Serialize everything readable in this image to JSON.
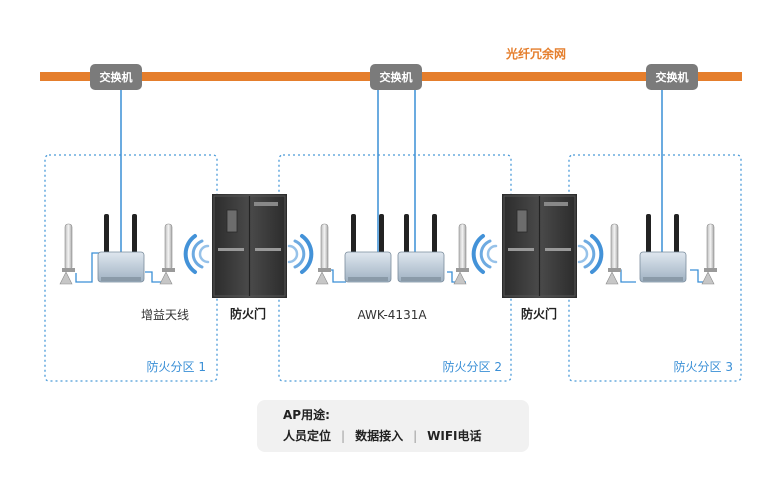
{
  "network": {
    "label": "光纤冗余网",
    "line_color": "#e57e2c"
  },
  "switches": [
    {
      "label": "交换机"
    },
    {
      "label": "交换机"
    },
    {
      "label": "交换机"
    }
  ],
  "zones": [
    {
      "label": "防火分区 1"
    },
    {
      "label": "防火分区 2"
    },
    {
      "label": "防火分区 3"
    }
  ],
  "doors": [
    {
      "label": "防火门"
    },
    {
      "label": "防火门"
    }
  ],
  "captions": {
    "antenna": "增益天线",
    "device": "AWK-4131A"
  },
  "legend": {
    "title": "AP用途:",
    "items": [
      "人员定位",
      "数据接入",
      "WIFI电话"
    ]
  },
  "colors": {
    "accent_blue": "#3a8fd6",
    "switch_gray": "#7b7b7b",
    "door": "#3c3c3c"
  }
}
